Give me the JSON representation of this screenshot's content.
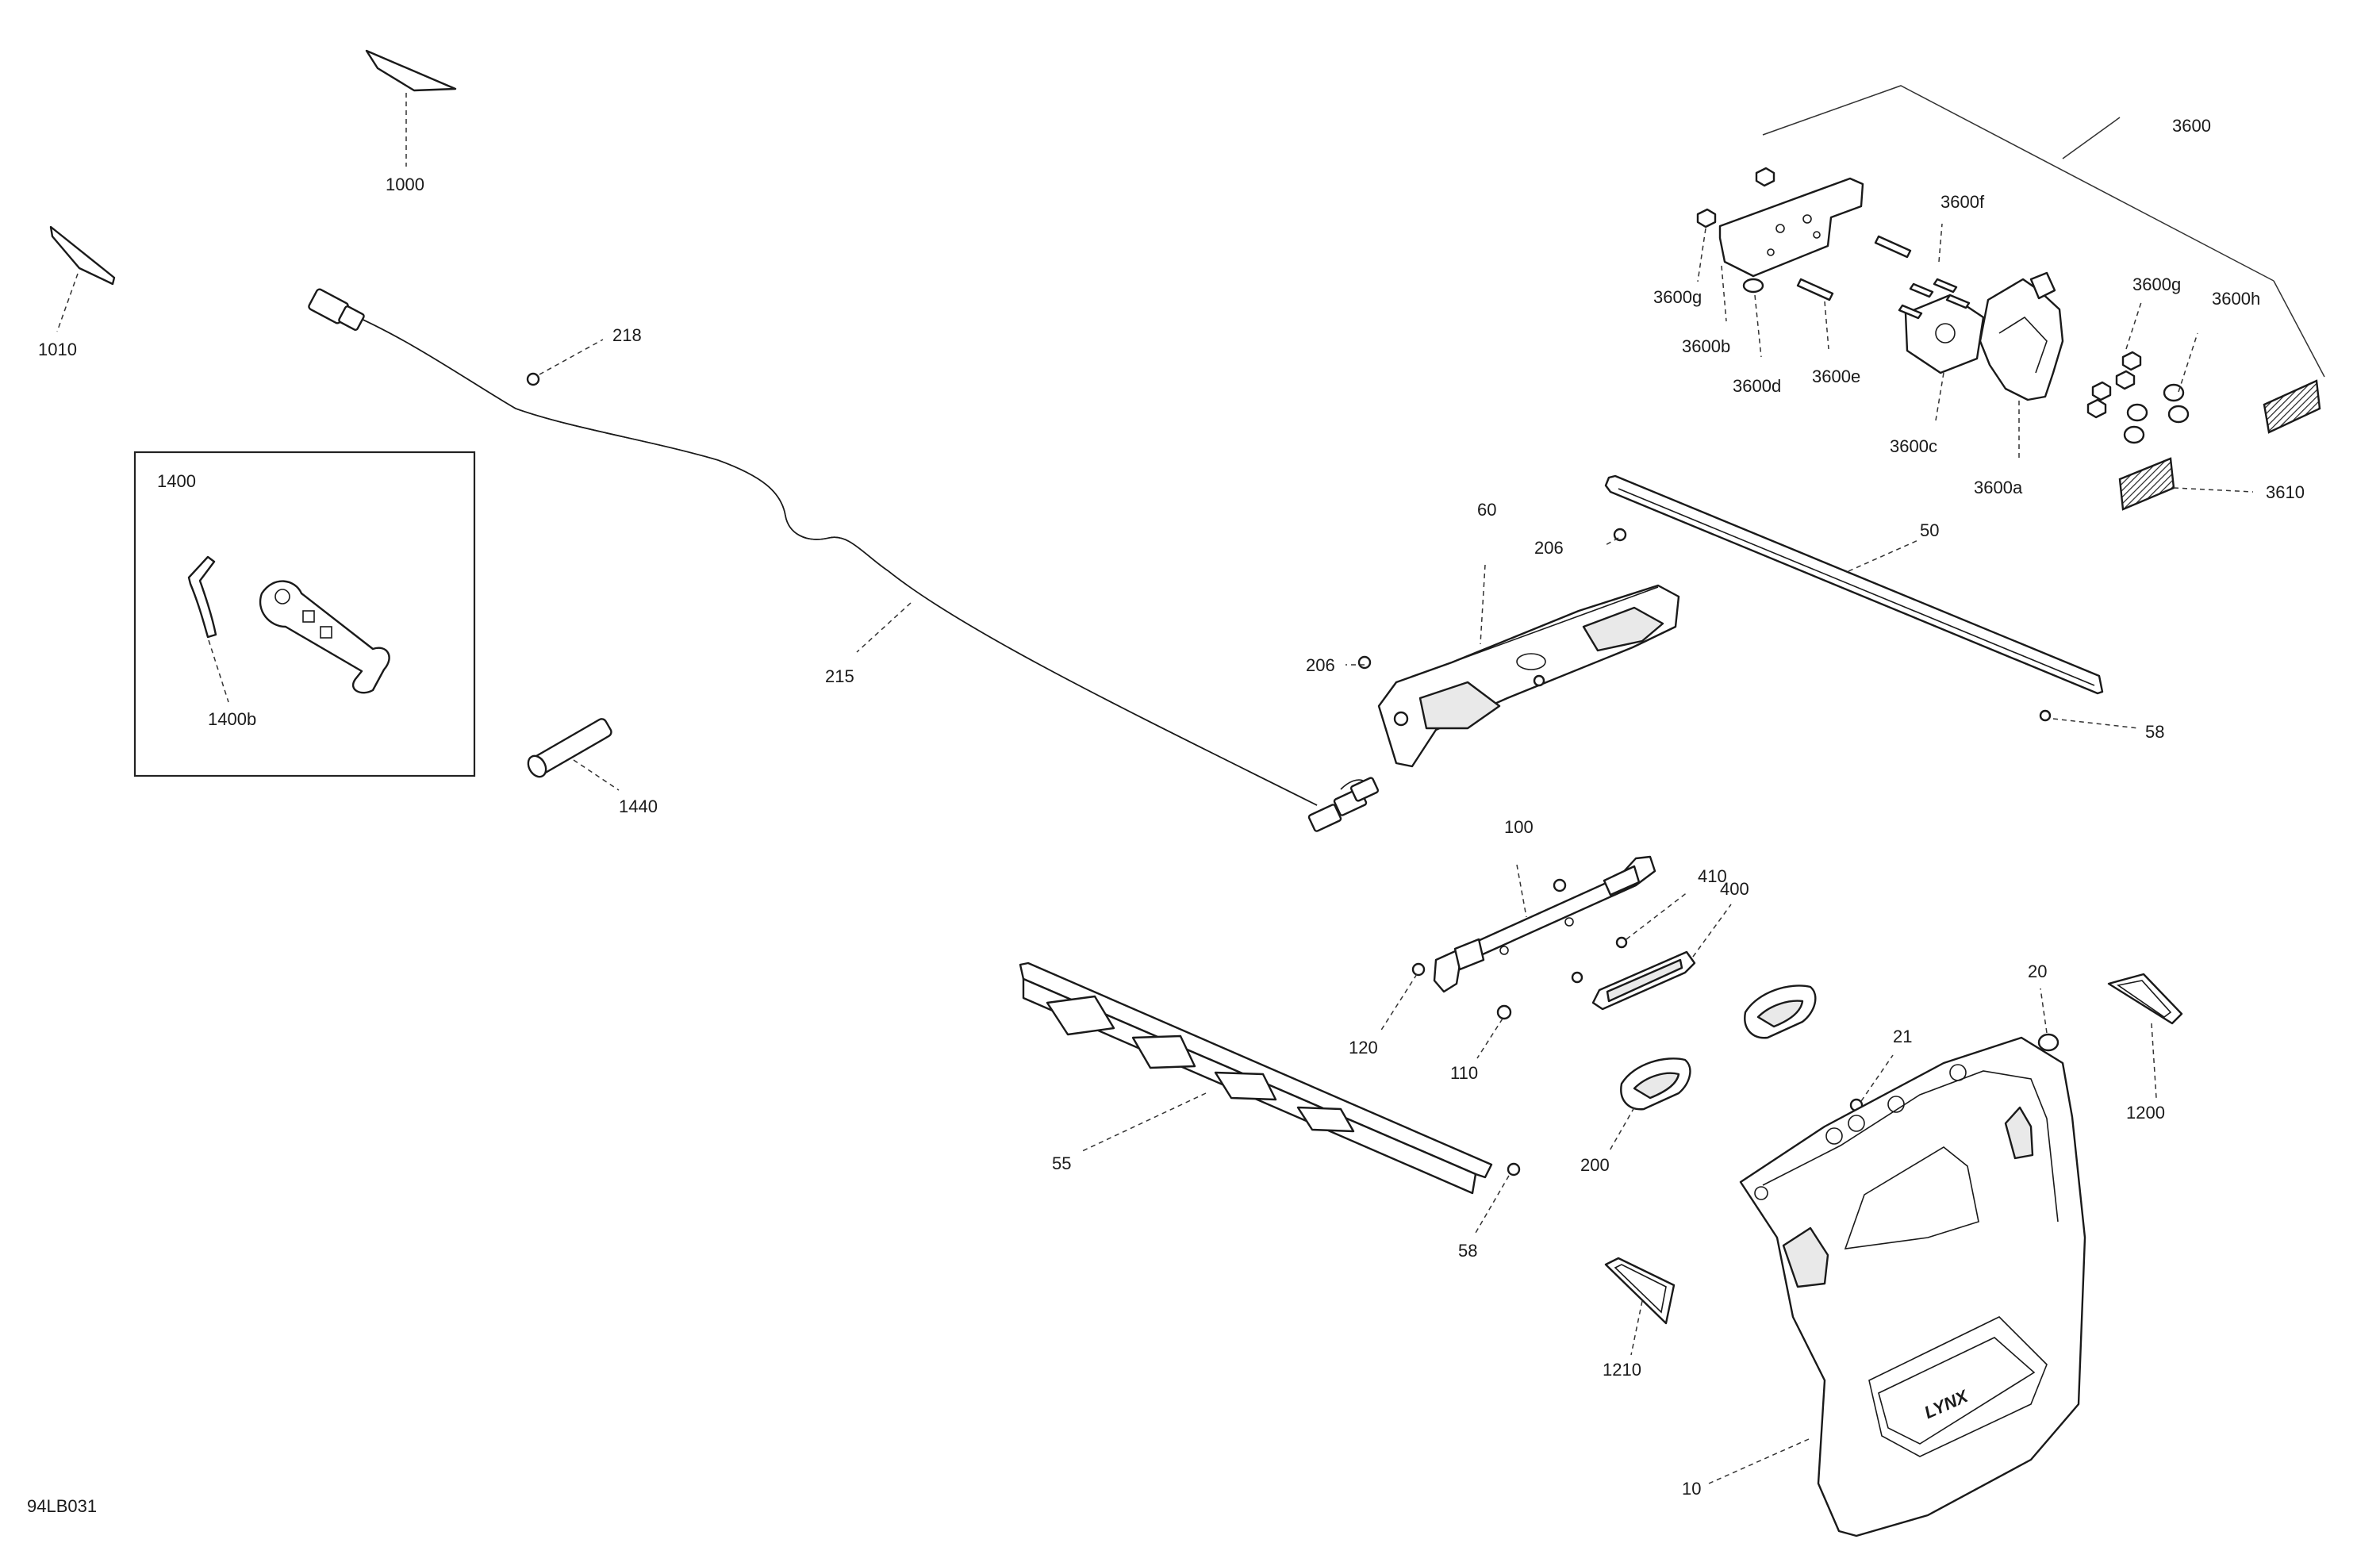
{
  "drawing_id": "94LB031",
  "callouts": {
    "c1000": "1000",
    "c1010": "1010",
    "c218": "218",
    "c1400": "1400",
    "c1400b": "1400b",
    "c1440": "1440",
    "c215": "215",
    "c60": "60",
    "c206a": "206",
    "c206b": "206",
    "c50": "50",
    "c58a": "58",
    "c58b": "58",
    "c3600": "3600",
    "c3600f": "3600f",
    "c3600g_left": "3600g",
    "c3600g_right": "3600g",
    "c3600h": "3600h",
    "c3600b": "3600b",
    "c3600d": "3600d",
    "c3600e": "3600e",
    "c3600c": "3600c",
    "c3600a": "3600a",
    "c3610": "3610",
    "c100": "100",
    "c410": "410",
    "c400": "400",
    "c120": "120",
    "c110": "110",
    "c20": "20",
    "c21": "21",
    "c200": "200",
    "c1200": "1200",
    "c55": "55",
    "c1210": "1210",
    "c10": "10"
  },
  "logo_text": "LYNX"
}
